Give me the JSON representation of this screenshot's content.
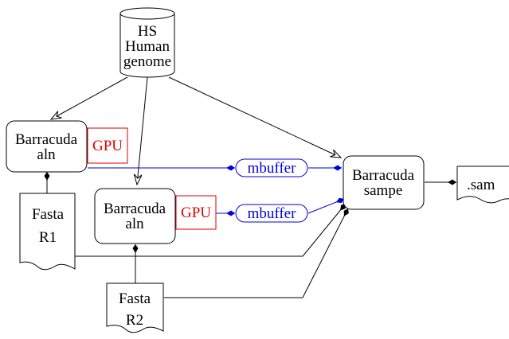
{
  "database": {
    "lines": [
      "HS",
      "Human",
      "genome"
    ]
  },
  "aln_top": {
    "lines": [
      "Barracuda",
      "aln"
    ],
    "gpu": "GPU"
  },
  "aln_mid": {
    "lines": [
      "Barracuda",
      "aln"
    ],
    "gpu": "GPU"
  },
  "sampe": {
    "lines": [
      "Barracuda",
      "sampe"
    ]
  },
  "buffer_top": {
    "label": "mbuffer"
  },
  "buffer_mid": {
    "label": "mbuffer"
  },
  "fasta_r1": {
    "lines": [
      "Fasta",
      "R1"
    ]
  },
  "fasta_r2": {
    "lines": [
      "Fasta",
      "R2"
    ]
  },
  "output": {
    "label": ".sam"
  },
  "colors": {
    "gpu": "#e00000",
    "buffer": "#0000dd",
    "line": "#000000"
  }
}
